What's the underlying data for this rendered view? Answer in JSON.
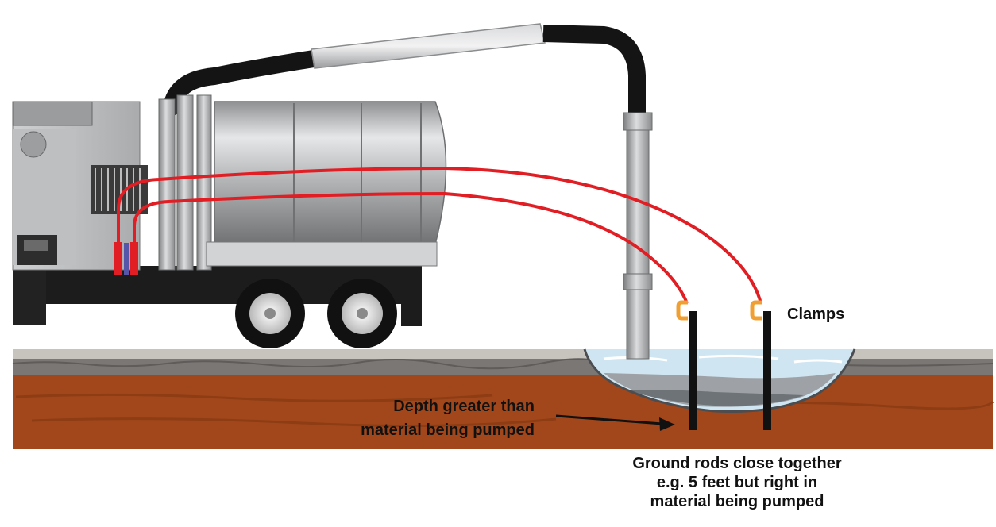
{
  "labels": {
    "clamps": "Clamps",
    "depth_line1": "Depth greater than",
    "depth_line2": "material being pumped",
    "rods_line1": "Ground rods close together",
    "rods_line2": "e.g. 5 feet but right in",
    "rods_line3": "material being pumped"
  },
  "colors": {
    "soil": "#a2471b",
    "ground_gravel": "#7a7775",
    "ground_top": "#c7c4bd",
    "tank": "#b9bbbd",
    "wires": "#e01e24",
    "clamps": "#f0a033",
    "liquid": "#cfe6f2",
    "truck_chassis": "#1c1c1c"
  }
}
